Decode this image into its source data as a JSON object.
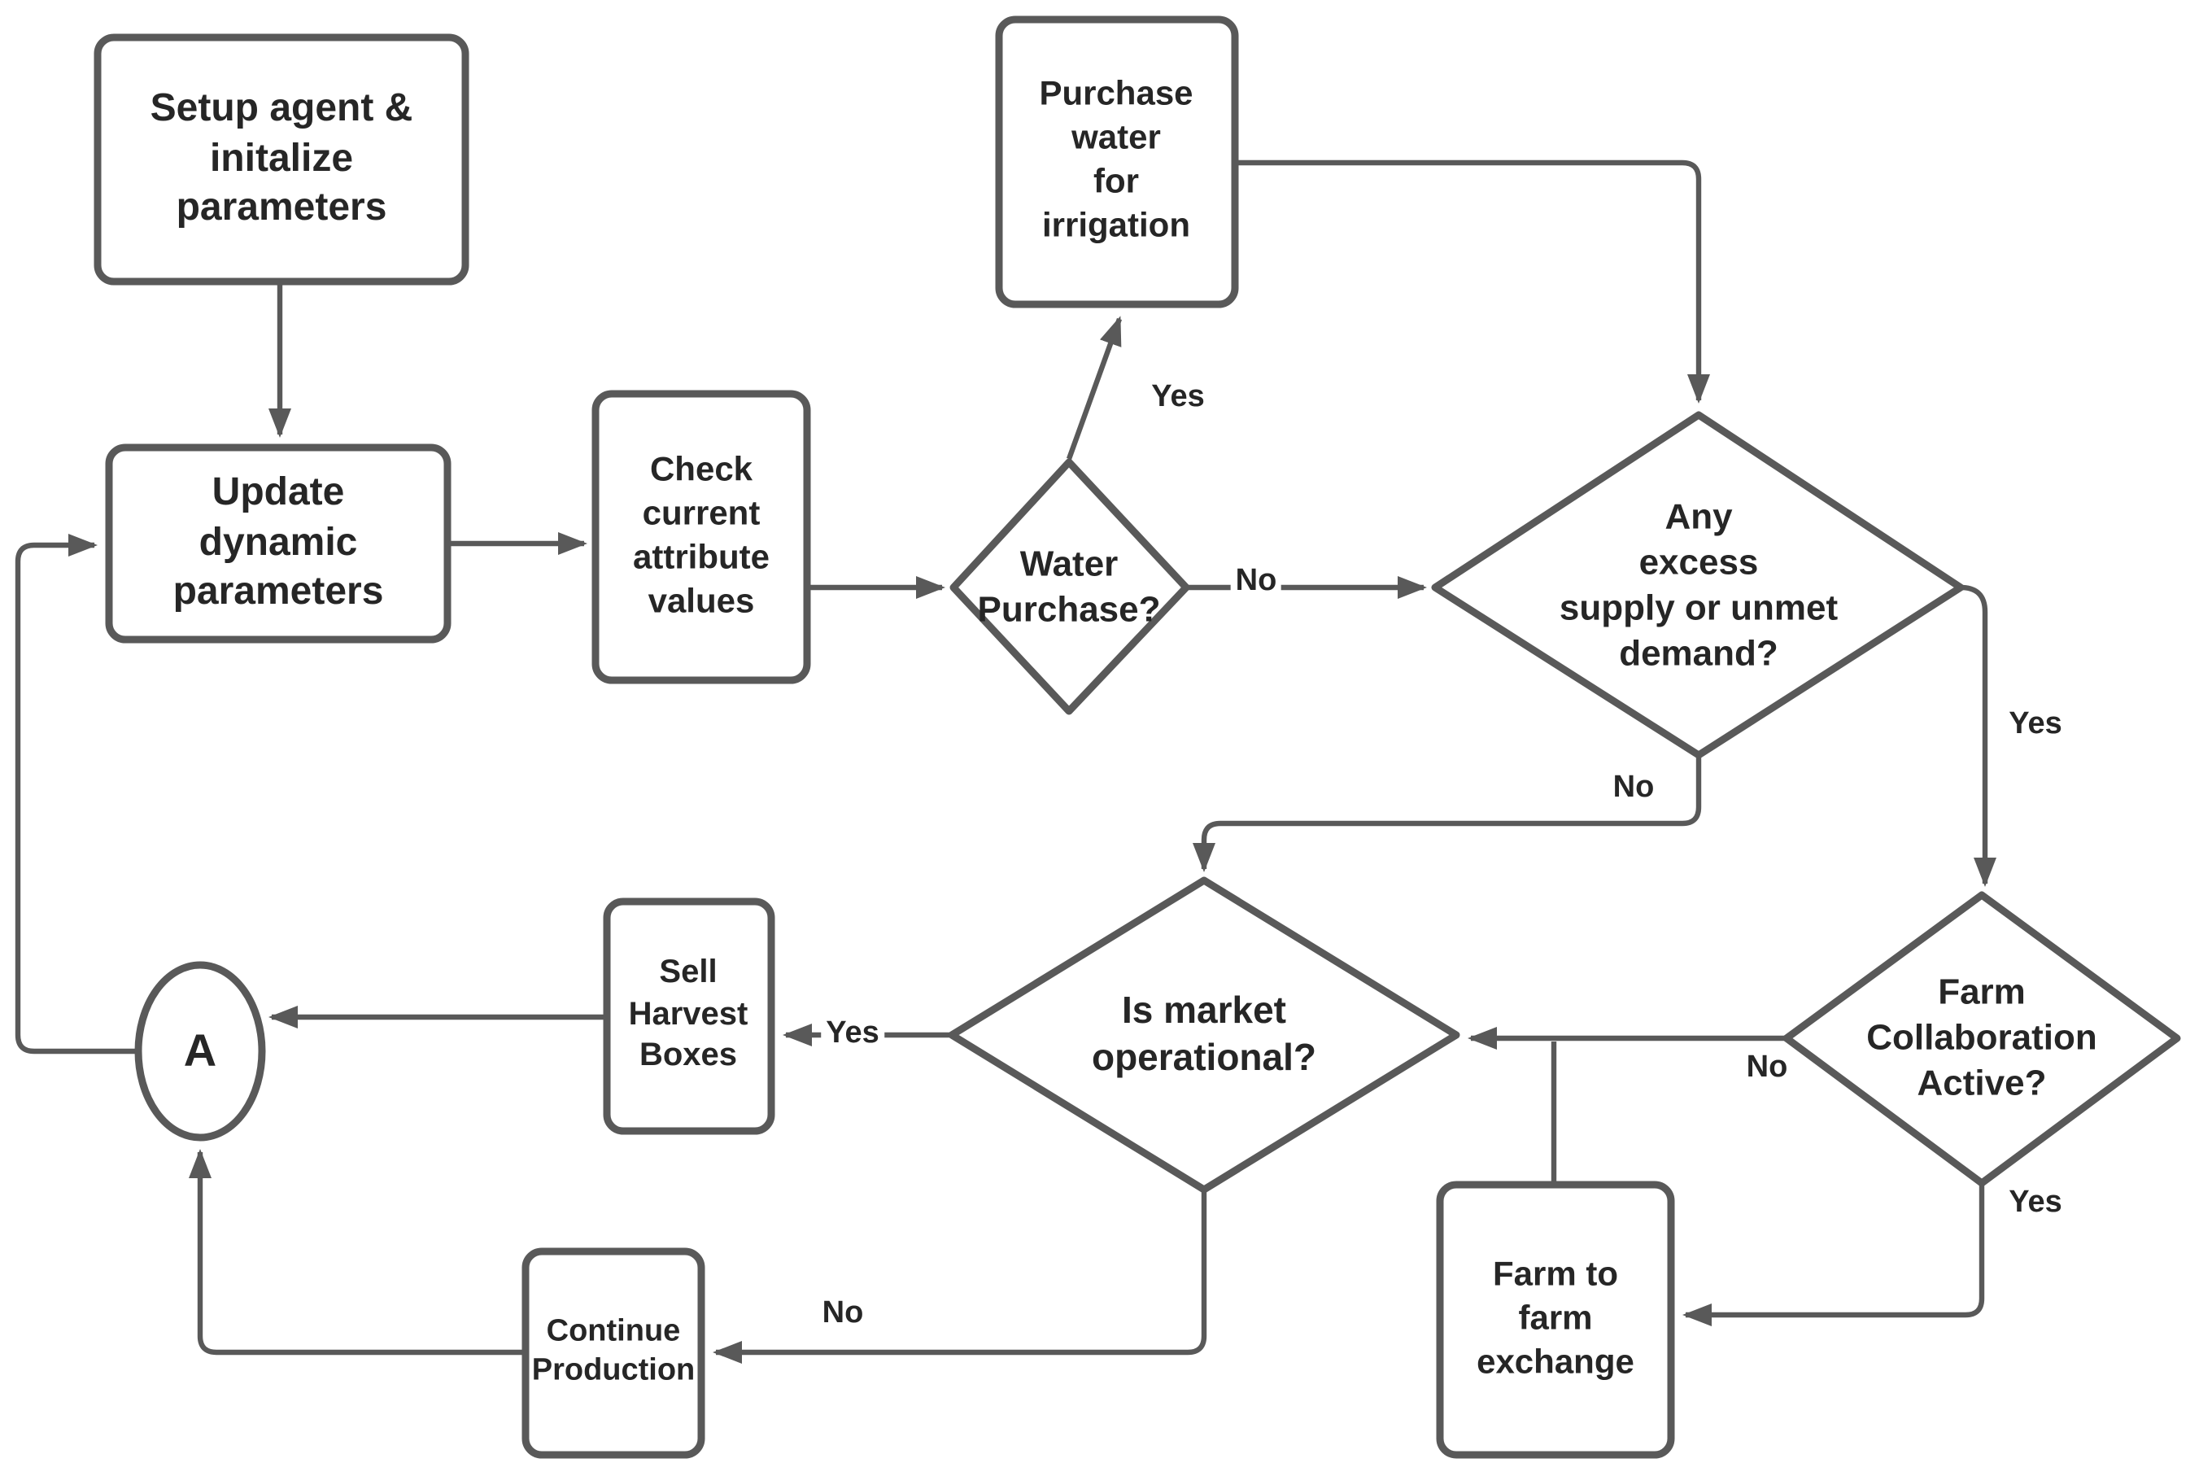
{
  "diagram": {
    "type": "flowchart",
    "colors": {
      "stroke": "#595959",
      "text": "#262626",
      "background": "#ffffff"
    },
    "nodes": {
      "setup": {
        "shape": "rounded-rect",
        "label": "Setup agent &\ninitalize\nparameters"
      },
      "update": {
        "shape": "rounded-rect",
        "label": "Update\ndynamic\nparameters"
      },
      "check": {
        "shape": "rounded-rect",
        "label": "Check\ncurrent\nattribute\nvalues"
      },
      "purchase": {
        "shape": "rounded-rect",
        "label": "Purchase\nwater\nfor\nirrigation"
      },
      "water": {
        "shape": "diamond",
        "label": "Water\nPurchase?"
      },
      "excess": {
        "shape": "diamond",
        "label": "Any\nexcess\nsupply or unmet\ndemand?"
      },
      "market": {
        "shape": "diamond",
        "label": "Is market\noperational?"
      },
      "collab": {
        "shape": "diamond",
        "label": "Farm\nCollaboration\nActive?"
      },
      "sell": {
        "shape": "rounded-rect",
        "label": "Sell\nHarvest\nBoxes"
      },
      "farm": {
        "shape": "rounded-rect",
        "label": "Farm to\nfarm\nexchange"
      },
      "continue": {
        "shape": "rounded-rect",
        "label": "Continue\nProduction"
      },
      "connectorA": {
        "shape": "circle",
        "label": "A"
      }
    },
    "edge_labels": {
      "water_yes": "Yes",
      "water_no": "No",
      "excess_yes": "Yes",
      "excess_no": "No",
      "collab_no": "No",
      "collab_yes": "Yes",
      "market_yes": "Yes",
      "market_no": "No"
    },
    "edges": [
      "setup -> update",
      "update -> check",
      "check -> water",
      "water -Yes-> purchase",
      "water -No-> excess",
      "purchase -> excess",
      "excess -Yes-> collab",
      "excess -No-> market",
      "collab -No-> market",
      "collab -Yes-> farm",
      "farm -> market",
      "market -Yes-> sell",
      "market -No-> continue",
      "sell -> connectorA",
      "continue -> connectorA",
      "connectorA -> update"
    ]
  }
}
